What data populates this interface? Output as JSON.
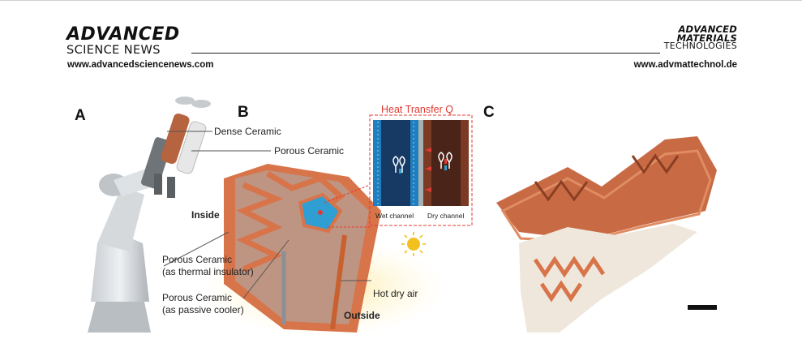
{
  "header": {
    "left_brand_line1": "ADVANCED",
    "left_brand_line2": "SCIENCE NEWS",
    "left_url": "www.advancedsciencenews.com",
    "right_brand_line1": "ADVANCED",
    "right_brand_line2": "MATERIALS",
    "right_brand_line3": "TECHNOLOGIES",
    "right_url": "www.advmattechnol.de"
  },
  "figure": {
    "panels": {
      "a": "A",
      "b": "B",
      "c": "C"
    },
    "labels": {
      "dense_ceramic": "Dense Ceramic",
      "porous_ceramic": "Porous Ceramic",
      "inside": "Inside",
      "porous_insulator_l1": "Porous  Ceramic",
      "porous_insulator_l2": "(as thermal insulator)",
      "porous_cooler_l1": "Porous  Ceramic",
      "porous_cooler_l2": "(as passive cooler)",
      "hot_dry_air": "Hot dry air",
      "outside": "Outside",
      "heat_transfer": "Heat Transfer Q",
      "wet_channel": "Wet channel",
      "dry_channel": "Dry channel"
    },
    "colors": {
      "terracotta": "#d8744a",
      "porous_grey": "#a9b0b3",
      "accent_red": "#e03a32",
      "water_blue": "#2f9fd3"
    }
  }
}
